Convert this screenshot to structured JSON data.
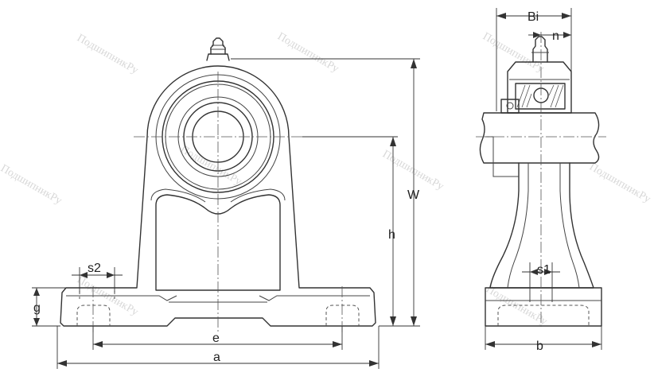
{
  "labels": {
    "Bi": "Bi",
    "n": "n",
    "W": "W",
    "h": "h",
    "s2": "s2",
    "s1": "s1",
    "g": "g",
    "e": "e",
    "a": "a",
    "b": "b"
  },
  "watermark": "ПодшипникРу"
}
